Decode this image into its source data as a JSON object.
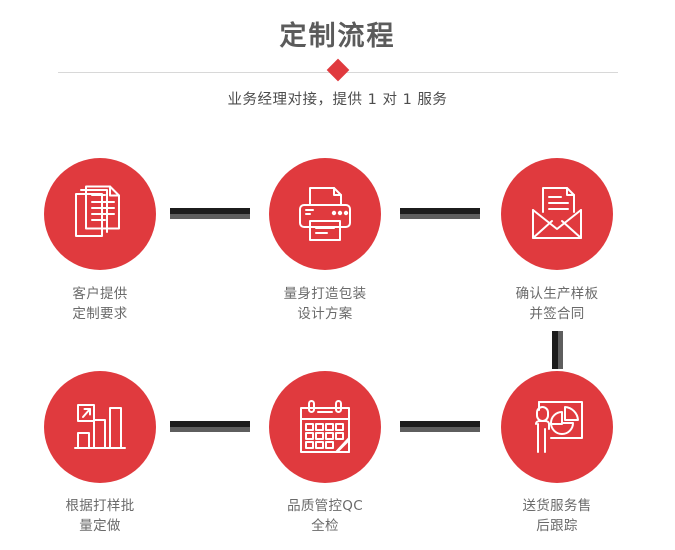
{
  "header": {
    "title": "定制流程",
    "subtitle": "业务经理对接，提供 1 对 1 服务",
    "accent_color": "#e03a3e",
    "divider_color": "#d8d8d8",
    "title_color": "#5b5b5b"
  },
  "flow": {
    "circle_color": "#e03a3e",
    "icon_color": "#ffffff",
    "label_color": "#6a6a6a",
    "connector_dark": "#1c1c1c",
    "connector_gray": "#5e5e5e",
    "steps": [
      {
        "index": "1",
        "icon": "documents-stack-icon",
        "label": "客户提供\n定制要求"
      },
      {
        "index": "2",
        "icon": "printer-icon",
        "label": "量身打造包装\n设计方案"
      },
      {
        "index": "3",
        "icon": "open-envelope-document-icon",
        "label": "确认生产样板\n并签合同"
      },
      {
        "index": "4",
        "icon": "bar-chart-growth-icon",
        "label": "根据打样批\n量定做"
      },
      {
        "index": "5",
        "icon": "calendar-icon",
        "label": "品质管控QC\n全检"
      },
      {
        "index": "6",
        "icon": "presenter-pie-chart-icon",
        "label": "送货服务售\n后跟踪"
      }
    ]
  }
}
